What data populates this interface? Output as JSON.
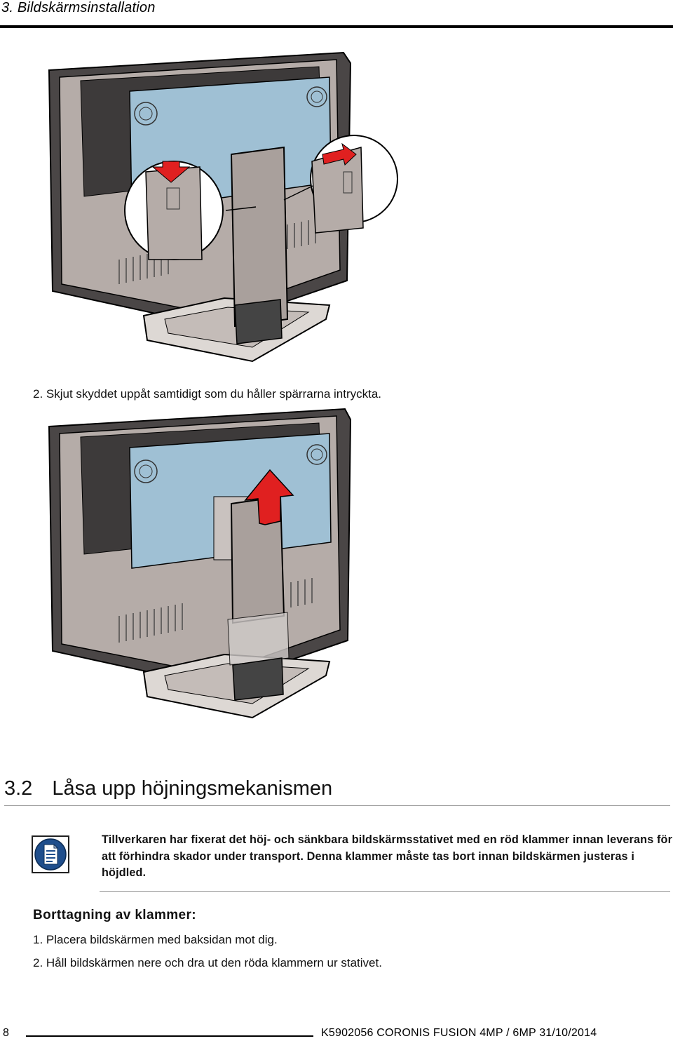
{
  "header": {
    "title": "3. Bildskärmsinstallation"
  },
  "figures": [
    {
      "icon": "monitor-back-clip-press-illustration"
    },
    {
      "icon": "monitor-back-cover-slide-up-illustration"
    }
  ],
  "steps_top": {
    "step2": "2. Skjut skyddet uppåt samtidigt som du håller spärrarna intryckta."
  },
  "section": {
    "number": "3.2",
    "title": "Låsa upp höjningsmekanismen"
  },
  "note": {
    "icon": "note-document-icon",
    "text": "Tillverkaren har fixerat det höj- och sänkbara bildskärmsstativet med en röd klammer innan leverans för att förhindra skador under transport. Denna klammer måste tas bort innan bildskärmen justeras i höjdled."
  },
  "procedure": {
    "heading": "Borttagning av klammer:",
    "steps": [
      "1. Placera bildskärmen med baksidan mot dig.",
      "2. Håll bildskärmen nere och dra ut den röda klammern ur stativet."
    ]
  },
  "footer": {
    "page": "8",
    "doc": "K5902056  CORONIS FUSION 4MP / 6MP  31/10/2014"
  },
  "colors": {
    "accent_red": "#e02020",
    "note_blue": "#1f4e8c",
    "panel_blue": "#9fc0d4",
    "bezel_dark": "#3a3a3a",
    "body_gray": "#b5aca8"
  }
}
